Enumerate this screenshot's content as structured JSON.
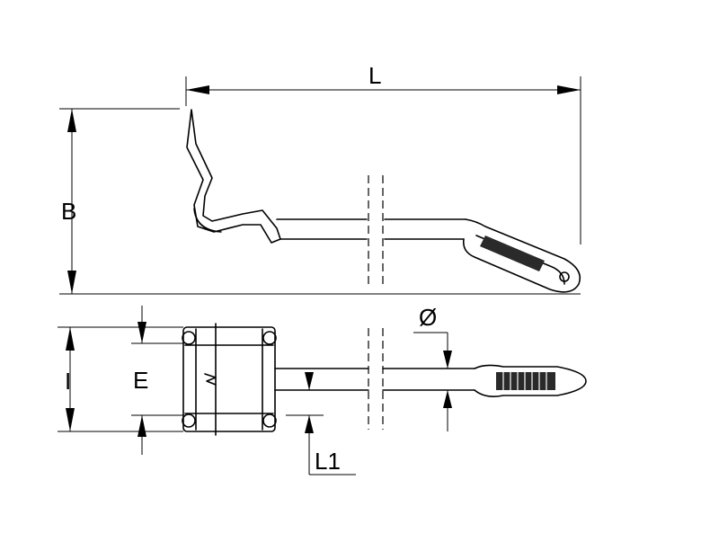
{
  "labels": {
    "L": "L",
    "B": "B",
    "I": "I",
    "E": "E",
    "L1": "L1",
    "diameter": "Ø"
  },
  "colors": {
    "line": "#000000",
    "background": "#ffffff",
    "grip": "#2a2a2a"
  }
}
